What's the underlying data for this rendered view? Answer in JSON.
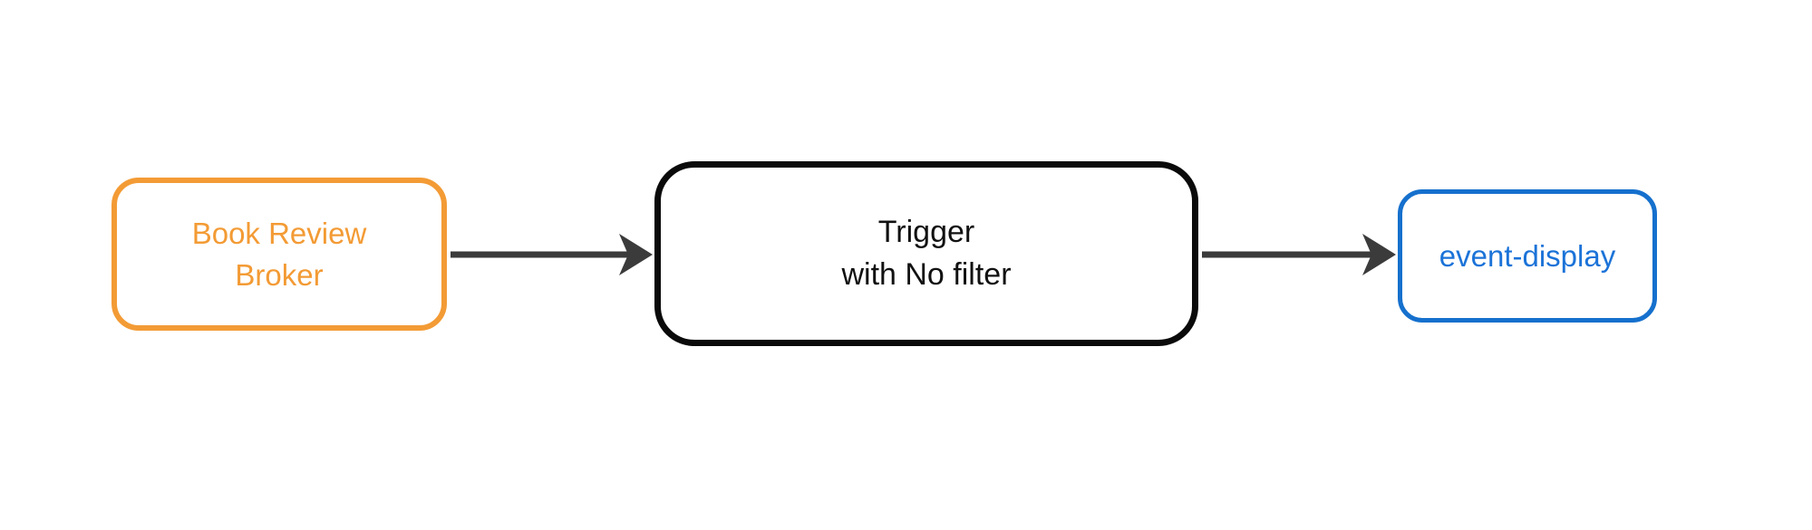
{
  "diagram": {
    "background_color": "#ffffff",
    "edge_color": "#3B3B3B",
    "nodes": [
      {
        "id": "book-review-broker",
        "label": "Book Review Broker",
        "border_color": "#F39B35",
        "text_color": "#F39B35",
        "shape": "rounded-rectangle"
      },
      {
        "id": "trigger",
        "label": "Trigger\nwith No filter",
        "border_color": "#0a0a0a",
        "text_color": "#111111",
        "shape": "rounded-rectangle"
      },
      {
        "id": "event-display",
        "label": "event-display",
        "border_color": "#1570CD",
        "text_color": "#1B73D8",
        "shape": "rounded-rectangle"
      }
    ],
    "edges": [
      {
        "from": "book-review-broker",
        "to": "trigger",
        "direction": "right"
      },
      {
        "from": "trigger",
        "to": "event-display",
        "direction": "right"
      }
    ]
  }
}
